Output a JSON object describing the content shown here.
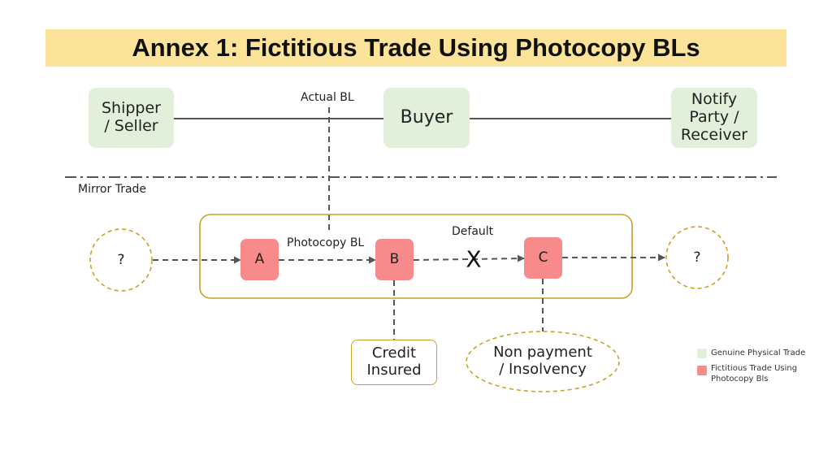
{
  "title": "Annex 1: Fictitious Trade Using Photocopy BLs",
  "colors": {
    "title_bg": "#fbe49a",
    "genuine": "#e2efda",
    "fictitious": "#f78b8b",
    "outline": "#c9a227",
    "line": "#555555"
  },
  "nodes": {
    "shipper": "Shipper\n/ Seller",
    "buyer": "Buyer",
    "notify": "Notify\nParty /\nReceiver",
    "a": "A",
    "b": "B",
    "c": "C",
    "unknown_left": "?",
    "unknown_right": "?",
    "credit": "Credit\nInsured",
    "nonpayment": "Non payment\n/ Insolvency"
  },
  "labels": {
    "actual_bl": "Actual BL",
    "mirror_trade": "Mirror Trade",
    "photocopy_bl": "Photocopy BL",
    "default": "Default",
    "x_mark": "X"
  },
  "legend": {
    "genuine": "Genuine Physical Trade",
    "fictitious": "Fictitious Trade Using\nPhotocopy Bls"
  }
}
